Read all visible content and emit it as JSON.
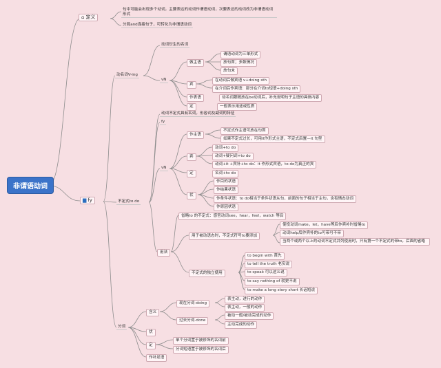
{
  "root": "非谓语动词",
  "dingyi": {
    "label": "定义",
    "icon": "home-icon",
    "desc1": "句中可能会出现多个动词，主要表达的动词作谓语动词，次要表达的动词改为非谓语动词形式",
    "desc2": "分局and连接句子，可转化为非谓语动词"
  },
  "fy": {
    "label": "fy",
    "icon": "flag-icon",
    "gerund": {
      "label": "动名词V-ing",
      "n1": "动词衍生的名词",
      "vN": "vN",
      "subject": {
        "label": "做主语",
        "items": [
          "谓语动词为三单形式",
          "放句首；多数情况",
          "放句末"
        ]
      },
      "object": {
        "label": "宾",
        "items": [
          "在动词后做宾语 v+doing sth",
          "在介词后作宾语：部分在介词to短语+doing sth"
        ]
      },
      "attr": {
        "label": "作表语",
        "text": "动名词跟随放在be动词后，补充说明句子主语的具体内容"
      },
      "ding": {
        "label": "定",
        "text": "一般表示用途或性质"
      }
    },
    "infinitive": {
      "label": "不定式to do",
      "n1": "动词不定式具有名词，形容词及副词的特征",
      "fy": "fy",
      "vN": "vN",
      "subject": {
        "label": "作主语",
        "items": [
          "不定式作主语可放在句首",
          "如果不定式过长，可用it作形式主语，不定式后置—it 句型"
        ]
      },
      "object": {
        "label": "宾",
        "items": [
          "动词+to do",
          "动词+疑问词+to do",
          "动词+it +宾补+to do：it 作形式宾语，to do为真正的宾"
        ]
      },
      "ding": {
        "label": "定",
        "text": "名词+to do"
      },
      "adverbial": {
        "label": "状",
        "items": [
          "作目的状语",
          "作结果状语",
          "作条件状语：to do相当于条件状语从句，前面的句子相当于主句，含有情态动词",
          "作原因状语"
        ]
      },
      "usage": {
        "label": "用法",
        "omit": "省略to 的不定式：感官动词see，hear，feel，watch 等后",
        "passive": {
          "label": "用于被动语态时，不定式符号to要添加",
          "items": [
            "使役动词make，let，have等后作宾补时省略to",
            "动词help后作宾补的to可带可不带",
            "当两个或两个以上的动词不定式并列使用时，只有第一个不定式的带to，后面的省略"
          ]
        },
        "independent": {
          "label": "不定式的独立使用",
          "items": [
            "to begin with 首先",
            "to tell the truth 老实说",
            "to speak 可以这么说",
            "to say nothing of 就更不说",
            "to make a long story short 长话短说"
          ]
        }
      }
    },
    "participle": {
      "label": "分词",
      "meaning": {
        "label": "含义",
        "present": {
          "label": "现在分词-doing",
          "items": [
            "表主动，进行的动作",
            "表主动，一般的动作"
          ]
        },
        "past": {
          "label": "过去分词-done",
          "items": [
            "被动一般/被动完成的动作",
            "主动完成的动作"
          ]
        }
      },
      "adverbial": "状",
      "ding": {
        "label": "定",
        "items": [
          "单个分词置于被修饰的名词前",
          "分词短语置于被修饰的名词后"
        ]
      },
      "complement": "作补足语"
    }
  }
}
